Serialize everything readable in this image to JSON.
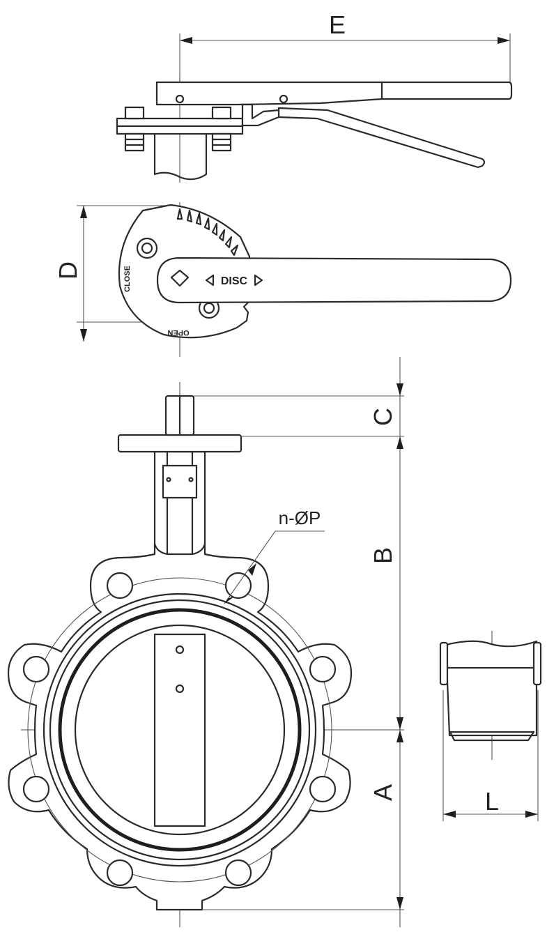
{
  "dimensions": {
    "E": "E",
    "D": "D",
    "C": "C",
    "B": "B",
    "A": "A",
    "L": "L"
  },
  "callouts": {
    "bolt_holes": "n-ØP"
  },
  "lever_plate": {
    "close": "CLOSE",
    "open": "OPEN",
    "disc": "DISC"
  },
  "colors": {
    "line": "#2a2a2a",
    "background": "#ffffff"
  }
}
